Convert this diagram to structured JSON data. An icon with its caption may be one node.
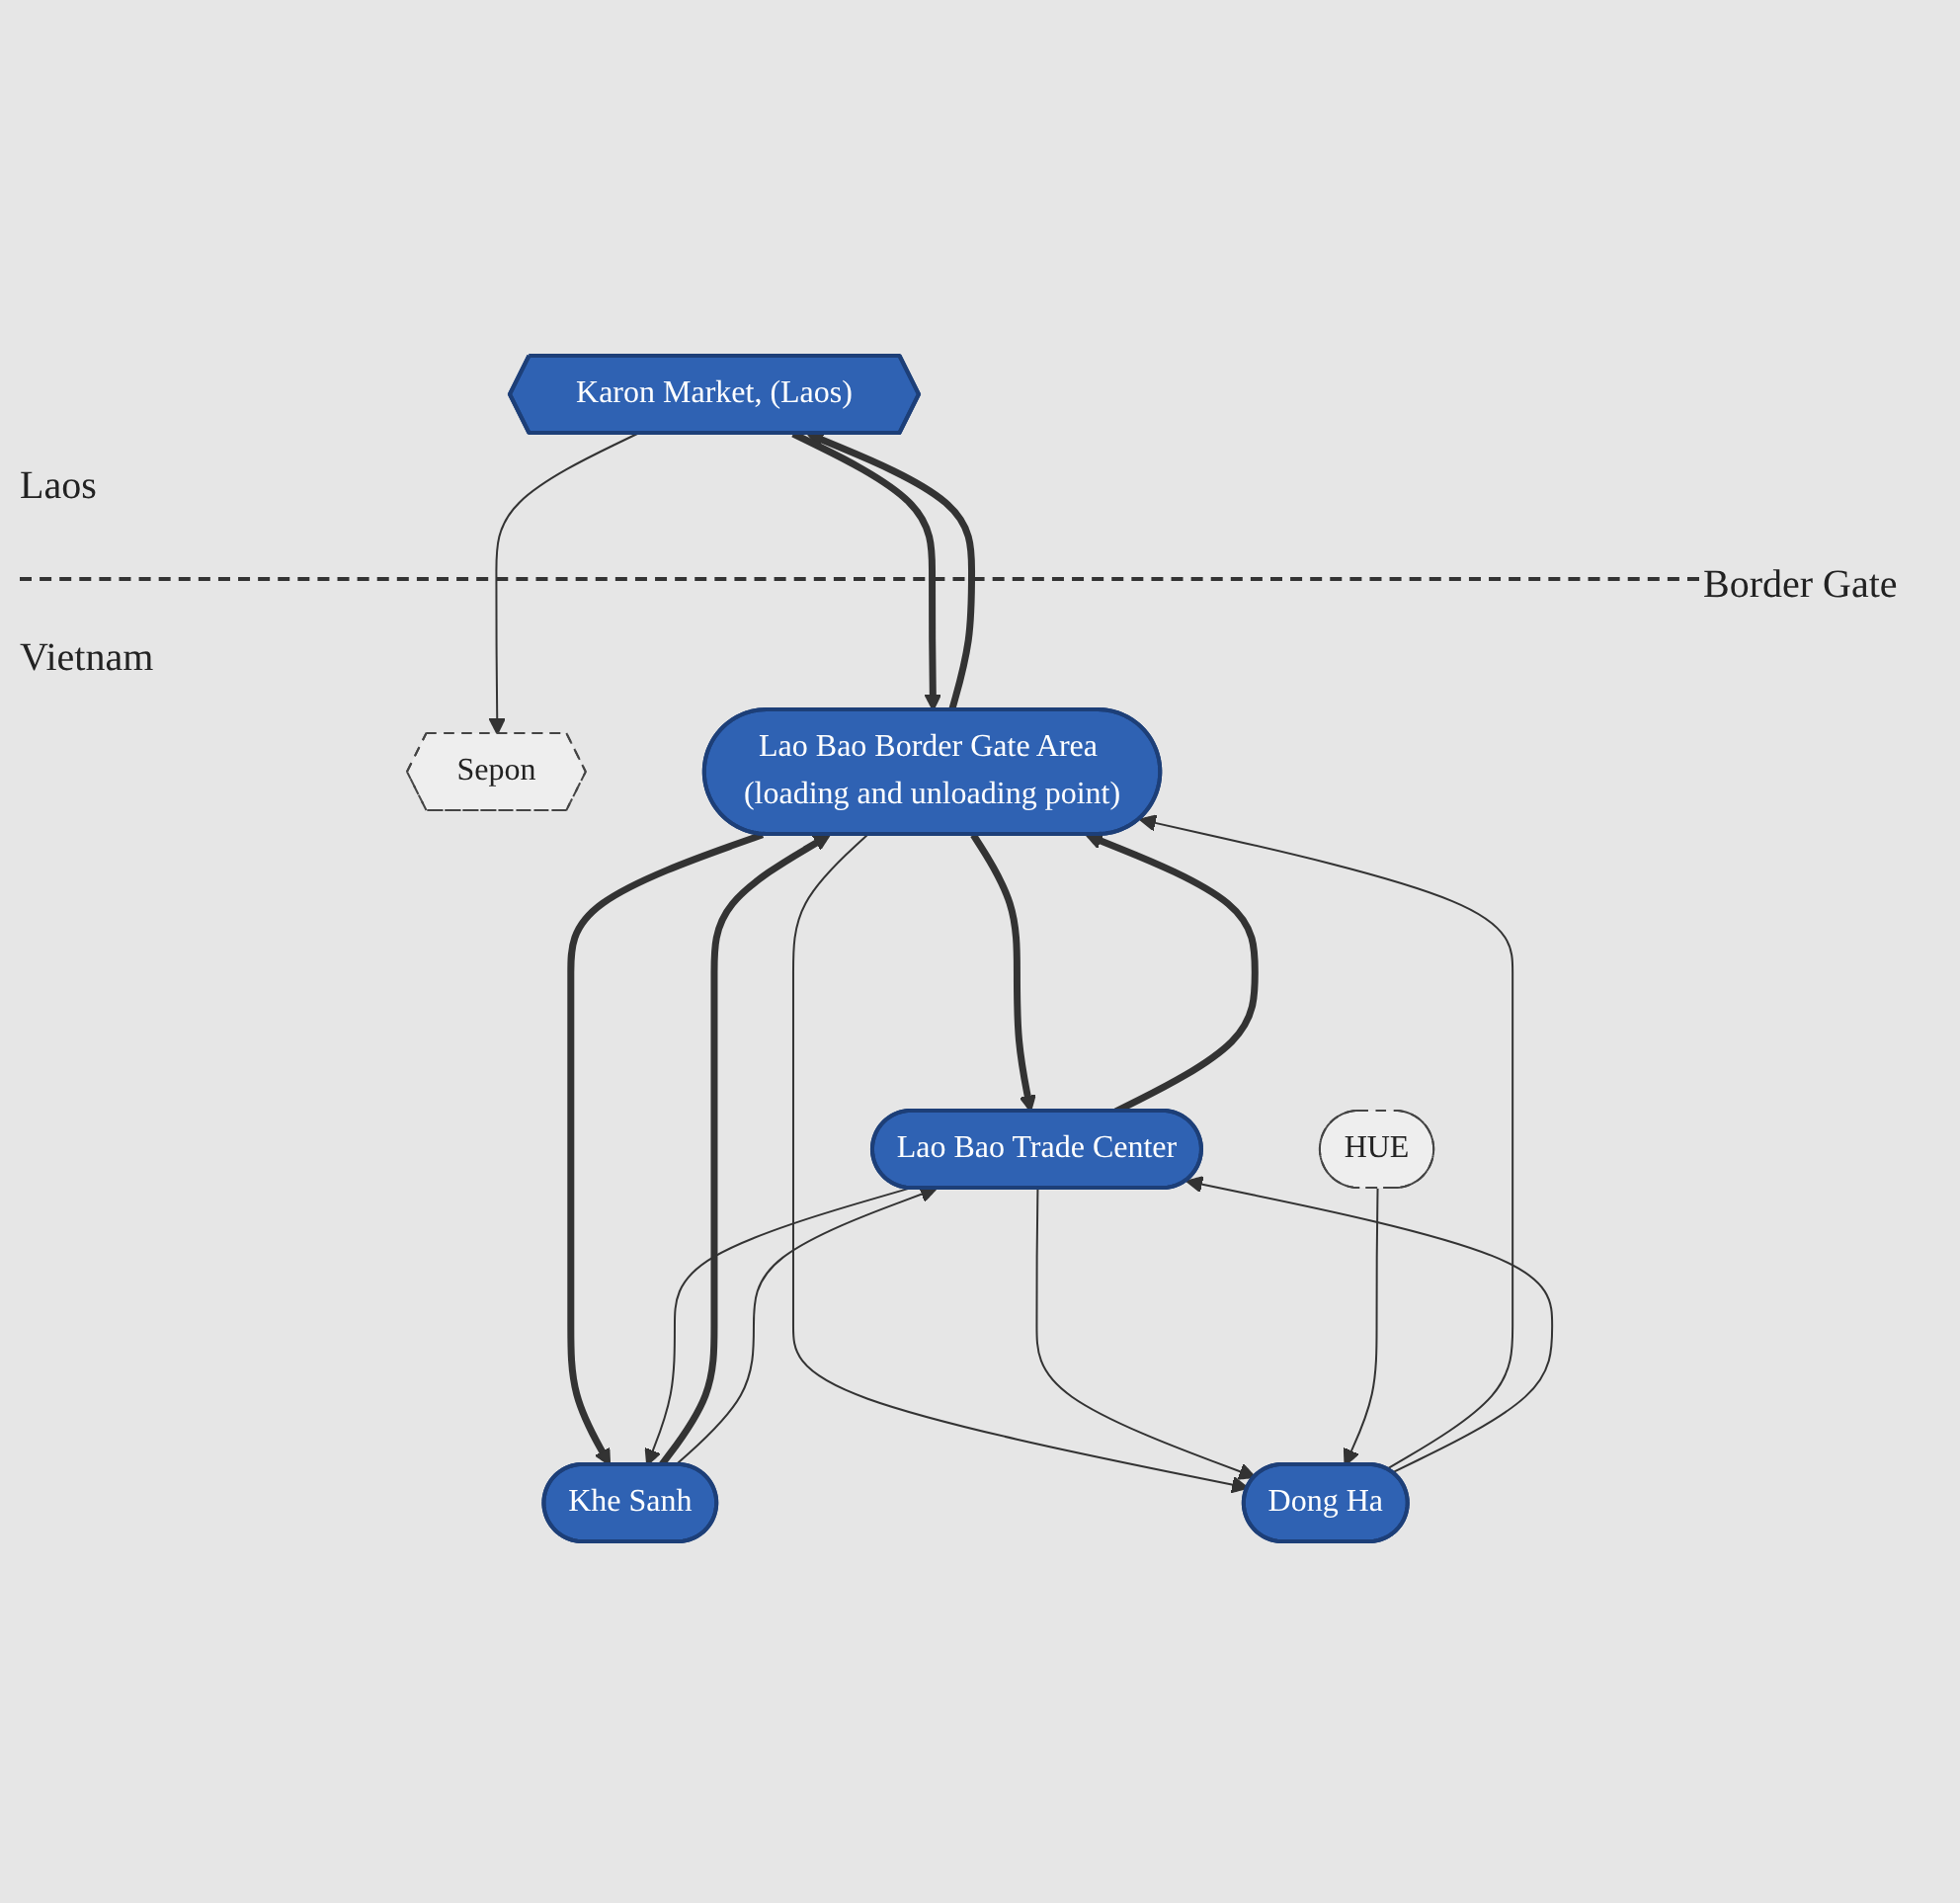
{
  "diagram": {
    "nodes": [
      {
        "text": [
          "Sepon"
        ]
      },
      {
        "text": [
          "Karon Market, (Laos)"
        ]
      },
      {
        "text": [
          "Lao Bao Border Gate Area (loading and unloading point)"
        ]
      },
      {
        "text": [
          "Lao Bao Trade Center"
        ]
      },
      {
        "text": [
          "Khe Sanh"
        ]
      },
      {
        "text": [
          "Dong Ha"
        ]
      },
      {
        "text": [
          "HUE"
        ]
      }
    ],
    "edges": [
      {
        "from": 1,
        "to": 0,
        "arrow": "to"
      },
      {
        "from": 2,
        "to": 1,
        "arrow": "to",
        "style": "thick"
      },
      {
        "from": 1,
        "to": 2,
        "arrow": "to",
        "style": "thick"
      },
      {
        "from": 2,
        "to": 3,
        "arrow": "to",
        "style": "thick"
      },
      {
        "from": 3,
        "to": 2,
        "arrow": "to",
        "style": "thick"
      },
      {
        "from": 4,
        "to": 2,
        "arrow": "to",
        "style": "thick"
      },
      {
        "from": 2,
        "to": 4,
        "arrow": "to",
        "style": "thick"
      },
      {
        "from": 2,
        "to": 5,
        "arrow": "to"
      },
      {
        "from": 5,
        "to": 2,
        "arrow": "to"
      },
      {
        "from": 3,
        "to": 4,
        "arrow": "to"
      },
      {
        "from": 4,
        "to": 3,
        "arrow": "to"
      },
      {
        "from": 5,
        "to": 3,
        "arrow": "to"
      },
      {
        "from": 3,
        "to": 5,
        "arrow": "to"
      },
      {
        "from": 6,
        "to": 5,
        "arrow": "to"
      }
    ],
    "labels": [
      "Laos",
      "Border Gate",
      "Vietnam"
    ]
  }
}
